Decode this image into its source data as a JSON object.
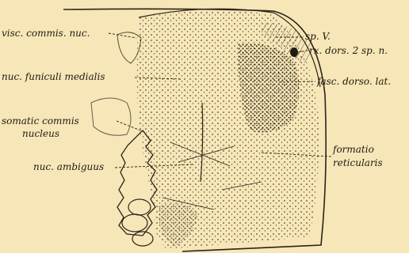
{
  "figure": {
    "background": "#f7e6b7",
    "ink": "#2a241a",
    "labels": {
      "visc_commis_nuc": "visc. commis. nuc.",
      "nuc_funiculi_medialis": "nuc. funiculi medialis",
      "somatic_commis_line1": "somatic commis",
      "somatic_commis_line2": "nucleus",
      "nuc_ambiguus": "nuc. ambiguus",
      "sp_v": "sp. V.",
      "rx_dors": "rx. dors. 2 sp. n.",
      "fasc_dorso_lat": "fasc. dorso. lat.",
      "formatio_line1": "formatio",
      "formatio_line2": "reticularis"
    }
  }
}
